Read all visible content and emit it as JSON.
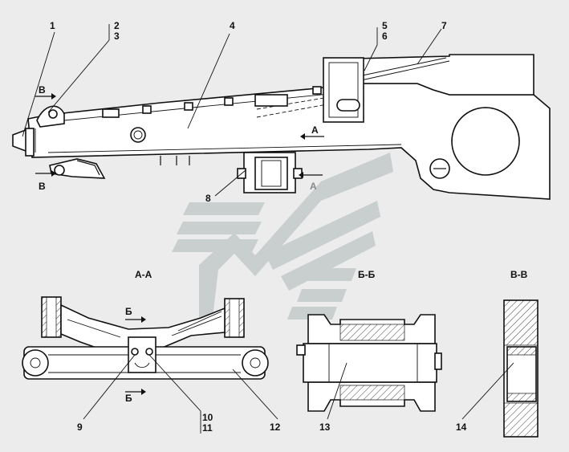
{
  "callouts": [
    "1",
    "2",
    "3",
    "4",
    "5",
    "6",
    "7",
    "8",
    "9",
    "10",
    "11",
    "12",
    "13",
    "14"
  ],
  "section_marks": {
    "a": "А",
    "b": "Б",
    "v": "В"
  },
  "section_titles": {
    "aa": "А-А",
    "bb": "Б-Б",
    "vv": "В-В"
  },
  "colors": {
    "background": "#ececec",
    "line": "#111111",
    "watermark": "#c9cfcf"
  }
}
